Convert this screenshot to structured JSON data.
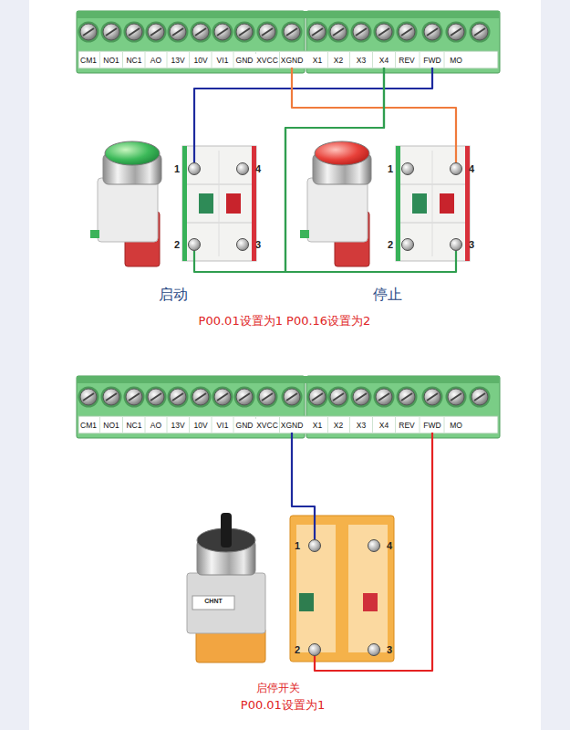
{
  "diagram": {
    "nodes": [
      {
        "text": [
          "CM1"
        ]
      },
      {
        "text": [
          "NO1"
        ]
      },
      {
        "text": [
          "NC1"
        ]
      },
      {
        "text": [
          "AO"
        ]
      },
      {
        "text": [
          "13V"
        ]
      },
      {
        "text": [
          "10V"
        ]
      },
      {
        "text": [
          "VI1"
        ]
      },
      {
        "text": [
          "GND"
        ]
      },
      {
        "text": [
          "XVCC"
        ]
      },
      {
        "text": [
          "XGND"
        ]
      },
      {
        "text": [
          "X1"
        ]
      },
      {
        "text": [
          "X2"
        ]
      },
      {
        "text": [
          "X3"
        ]
      },
      {
        "text": [
          "X4"
        ]
      },
      {
        "text": [
          "REV"
        ]
      },
      {
        "text": [
          "FWD"
        ]
      },
      {
        "text": [
          "MO"
        ]
      },
      {
        "text": [
          "启动"
        ]
      },
      {
        "text": [
          "1"
        ],
        "in": 17
      },
      {
        "text": [
          "4"
        ],
        "in": 17
      },
      {
        "text": [
          "2"
        ],
        "in": 17
      },
      {
        "text": [
          "3"
        ],
        "in": 17
      },
      {
        "text": [
          "停止"
        ]
      },
      {
        "text": [
          "1"
        ],
        "in": 22
      },
      {
        "text": [
          "4"
        ],
        "in": 22
      },
      {
        "text": [
          "2"
        ],
        "in": 22
      },
      {
        "text": [
          "3"
        ],
        "in": 22
      },
      {
        "text": [
          "CM1"
        ]
      },
      {
        "text": [
          "NO1"
        ]
      },
      {
        "text": [
          "NC1"
        ]
      },
      {
        "text": [
          "AO"
        ]
      },
      {
        "text": [
          "13V"
        ]
      },
      {
        "text": [
          "10V"
        ]
      },
      {
        "text": [
          "VI1"
        ]
      },
      {
        "text": [
          "GND"
        ]
      },
      {
        "text": [
          "XVCC"
        ]
      },
      {
        "text": [
          "XGND"
        ]
      },
      {
        "text": [
          "X1"
        ]
      },
      {
        "text": [
          "X2"
        ]
      },
      {
        "text": [
          "X3"
        ]
      },
      {
        "text": [
          "X4"
        ]
      },
      {
        "text": [
          "REV"
        ]
      },
      {
        "text": [
          "FWD"
        ]
      },
      {
        "text": [
          "MO"
        ]
      },
      {
        "text": [
          "启停开关"
        ]
      },
      {
        "text": [
          "1"
        ],
        "in": 44
      },
      {
        "text": [
          "4"
        ],
        "in": 44
      },
      {
        "text": [
          "2"
        ],
        "in": 44
      },
      {
        "text": [
          "3"
        ],
        "in": 44
      }
    ],
    "edges": [
      {
        "from": 15,
        "to": 18,
        "arrow": "none"
      },
      {
        "from": 9,
        "to": 24,
        "arrow": "none"
      },
      {
        "from": 13,
        "to": 20,
        "arrow": "none"
      },
      {
        "from": 13,
        "to": 26,
        "arrow": "none"
      },
      {
        "from": 36,
        "to": 45,
        "arrow": "none"
      },
      {
        "from": 42,
        "to": 47,
        "arrow": "none"
      }
    ],
    "labels": [
      "P00.01设置为1 P00.16设置为2",
      "CHNT",
      "P00.01设置为1"
    ]
  }
}
